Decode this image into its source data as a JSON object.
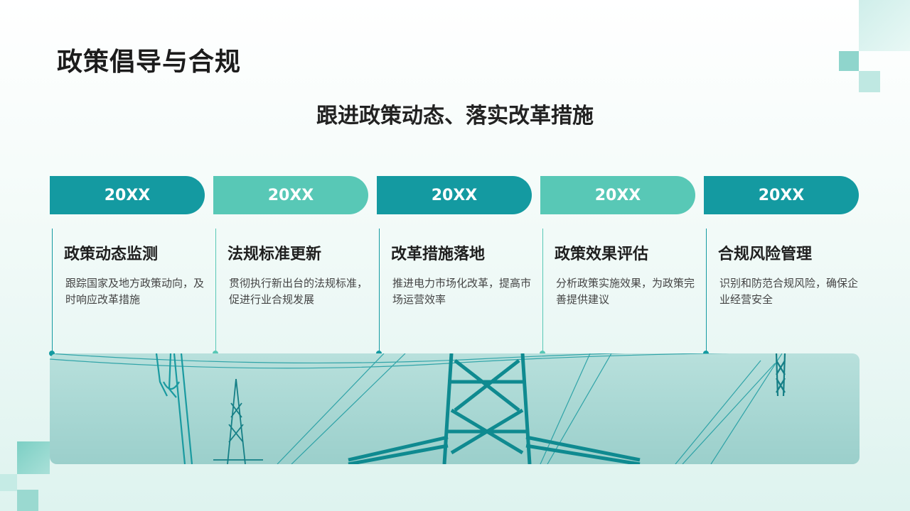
{
  "page": {
    "title": "政策倡导与合规",
    "subtitle": "跟进政策动态、落实改革措施"
  },
  "timeline": [
    {
      "year": "20XX",
      "title": "政策动态监测",
      "desc": "跟踪国家及地方政策动向，及时响应改革措施"
    },
    {
      "year": "20XX",
      "title": "法规标准更新",
      "desc": "贯彻执行新出台的法规标准，促进行业合规发展"
    },
    {
      "year": "20XX",
      "title": "改革措施落地",
      "desc": "推进电力市场化改革，提高市场运营效率"
    },
    {
      "year": "20XX",
      "title": "政策效果评估",
      "desc": "分析政策实施效果，为政策完善提供建议"
    },
    {
      "year": "20XX",
      "title": "合规风险管理",
      "desc": "识别和防范合规风险，确保企业经营安全"
    }
  ],
  "colors": {
    "dark_teal": "#149aa1",
    "light_teal": "#58c8b6"
  },
  "image": {
    "subject": "power-transmission-tower-photo"
  }
}
